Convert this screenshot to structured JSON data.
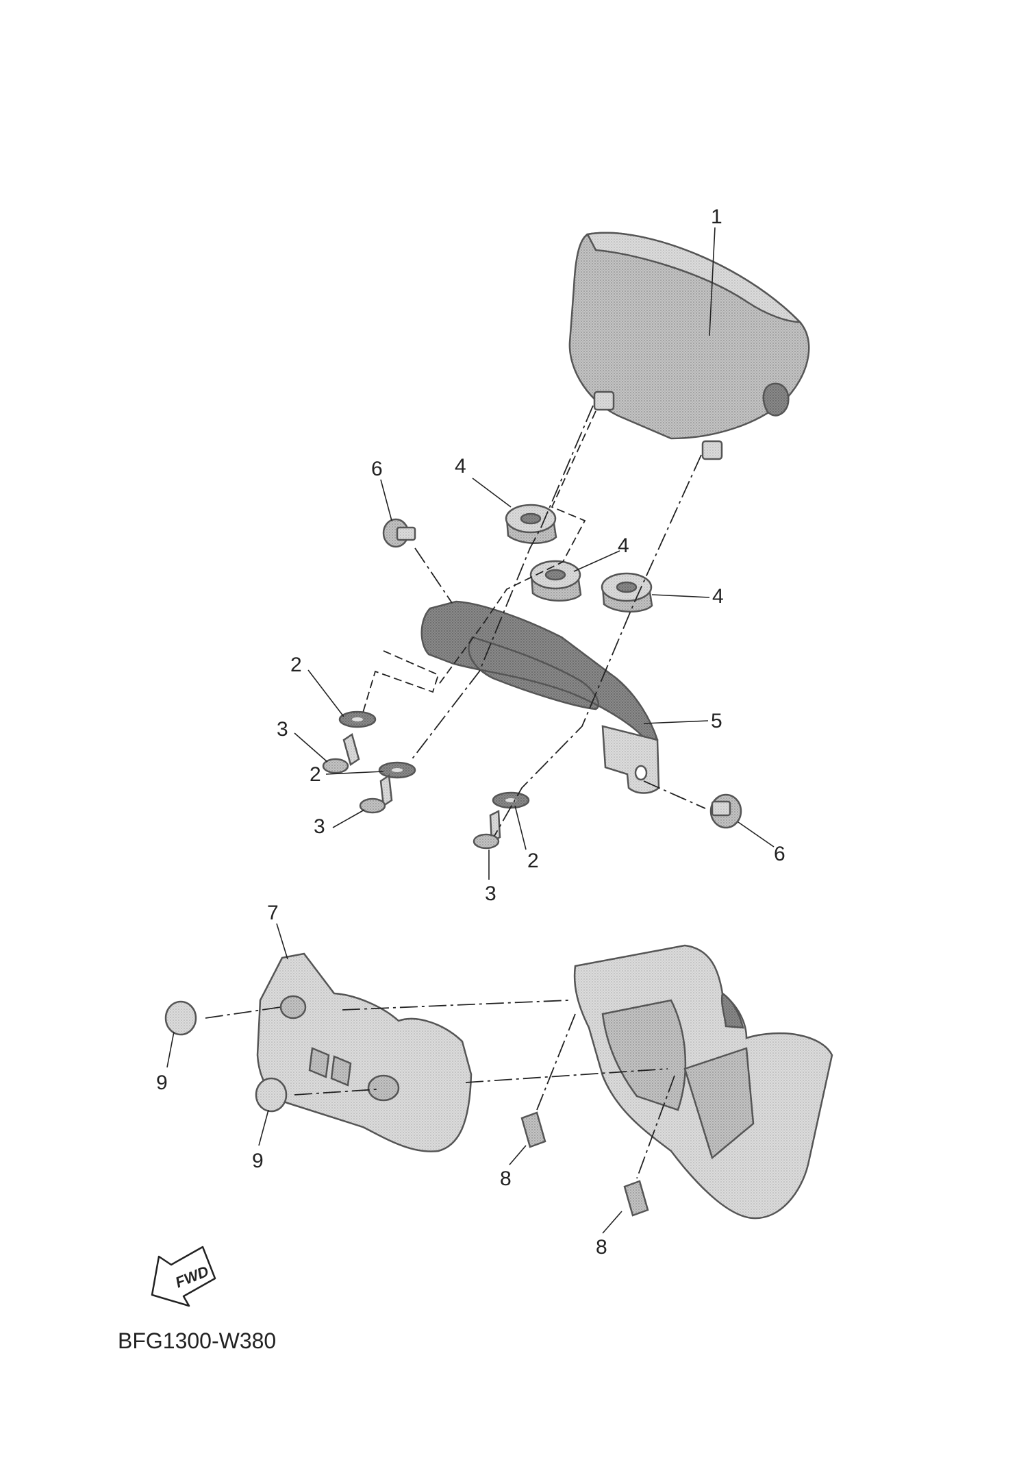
{
  "diagram": {
    "code": "BFG1300-W380",
    "fwd_label": "FWD",
    "colors": {
      "part_fill": "#b9b9b9",
      "part_shade": "#9a9a9a",
      "line": "#222222",
      "background": "#ffffff"
    },
    "callouts": [
      {
        "id": "c1",
        "num": "1"
      },
      {
        "id": "c2a",
        "num": "2"
      },
      {
        "id": "c2b",
        "num": "2"
      },
      {
        "id": "c2c",
        "num": "2"
      },
      {
        "id": "c3a",
        "num": "3"
      },
      {
        "id": "c3b",
        "num": "3"
      },
      {
        "id": "c3c",
        "num": "3"
      },
      {
        "id": "c4a",
        "num": "4"
      },
      {
        "id": "c4b",
        "num": "4"
      },
      {
        "id": "c4c",
        "num": "4"
      },
      {
        "id": "c5",
        "num": "5"
      },
      {
        "id": "c6a",
        "num": "6"
      },
      {
        "id": "c6b",
        "num": "6"
      },
      {
        "id": "c7",
        "num": "7"
      },
      {
        "id": "c8a",
        "num": "8"
      },
      {
        "id": "c8b",
        "num": "8"
      },
      {
        "id": "c9a",
        "num": "9"
      },
      {
        "id": "c9b",
        "num": "9"
      }
    ]
  }
}
